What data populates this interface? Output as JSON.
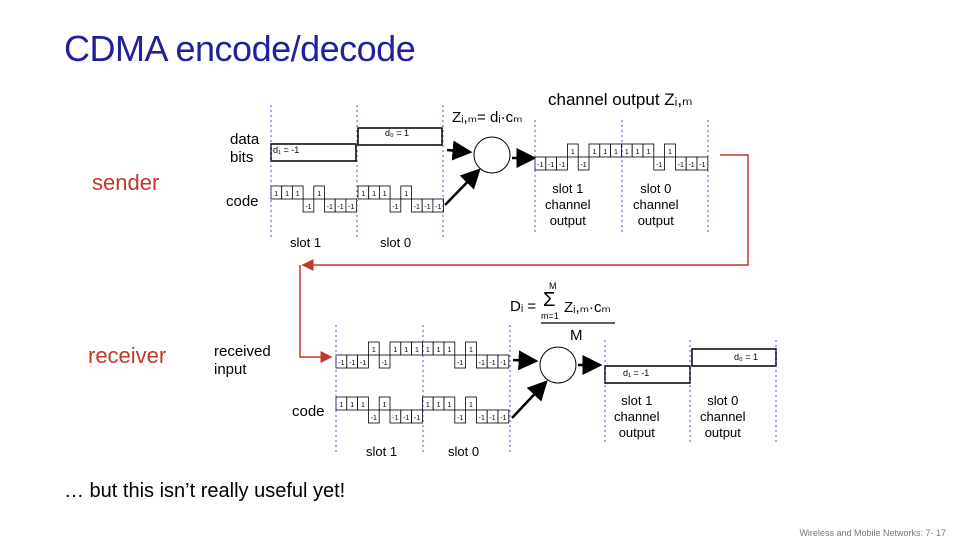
{
  "title": "CDMA encode/decode",
  "sender": {
    "label": "sender",
    "data_bits_label": [
      "data",
      "bits"
    ],
    "code_label": "code",
    "d1_label": "d₁ = -1",
    "d0_label": "d₀ = 1",
    "slot1_label": "slot 1",
    "slot0_label": "slot 0",
    "formula": "Zᵢ,ₘ= dᵢ·cₘ",
    "channel_output_title": "channel output Zᵢ,ₘ",
    "slot1_output": [
      "slot 1",
      "channel",
      "output"
    ],
    "slot0_output": [
      "slot 0",
      "channel",
      "output"
    ]
  },
  "receiver": {
    "label": "receiver",
    "received_input_label": [
      "received",
      "input"
    ],
    "code_label": "code",
    "slot1_label": "slot 1",
    "slot0_label": "slot 0",
    "formula_lhs": "Dᵢ = ",
    "formula_sum_top": "M",
    "formula_sum_bottom": "m=1",
    "formula_term": "Zᵢ,ₘ·cₘ",
    "formula_den": "M",
    "d1_label": "d₁ = -1",
    "d0_label": "d₀ = 1",
    "slot1_output": [
      "slot 1",
      "channel",
      "output"
    ],
    "slot0_output": [
      "slot 0",
      "channel",
      "output"
    ]
  },
  "code_pattern": [
    1,
    1,
    1,
    -1,
    1,
    -1,
    -1,
    -1
  ],
  "channel_output_pattern": [
    -1,
    -1,
    -1,
    1,
    -1,
    1,
    1,
    1,
    1,
    1,
    1,
    -1,
    1,
    -1,
    -1,
    -1
  ],
  "footer": "… but this isn’t really useful yet!",
  "page_footer": "Wireless and Mobile Networks: 7- 17",
  "colors": {
    "title": "#1f1fa0",
    "role": "#c0392b",
    "flow_arrow": "#c0392b",
    "slot_divider": "#3344cc"
  }
}
